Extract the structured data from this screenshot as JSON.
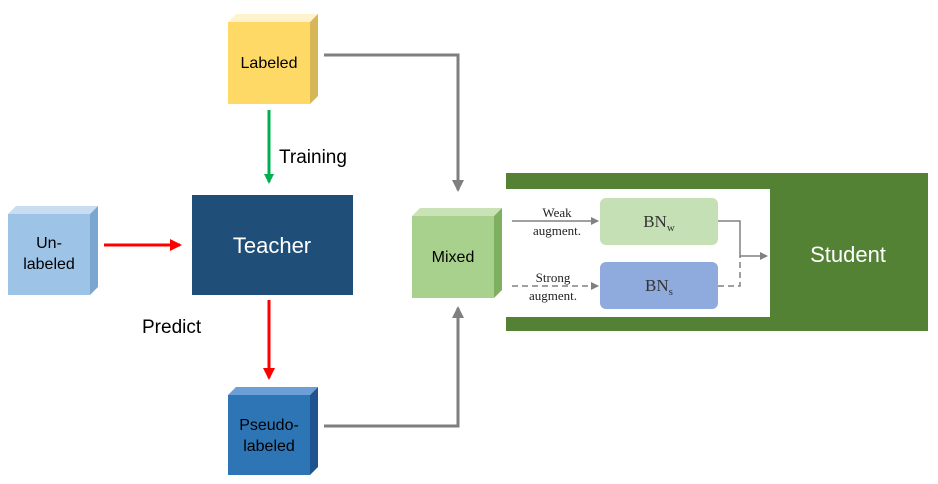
{
  "nodes": {
    "labeled": {
      "label": "Labeled",
      "color": "#ffd966"
    },
    "unlabeled": {
      "line1": "Un-",
      "line2": "labeled",
      "color": "#9dc3e6"
    },
    "teacher": {
      "label": "Teacher",
      "color": "#1f4e79"
    },
    "pseudo": {
      "line1": "Pseudo-",
      "line2": "labeled",
      "color": "#2e75b6"
    },
    "mixed": {
      "label": "Mixed",
      "color": "#a9d18e"
    },
    "student": {
      "label": "Student",
      "color": "#548235"
    },
    "bn_w": {
      "base": "BN",
      "sub": "w",
      "color": "#c5e0b4"
    },
    "bn_s": {
      "base": "BN",
      "sub": "s",
      "color": "#8faadc"
    }
  },
  "edges": {
    "training": "Training",
    "predict": "Predict",
    "weak_line1": "Weak",
    "weak_line2": "augment.",
    "strong_line1": "Strong",
    "strong_line2": "augment."
  },
  "colors": {
    "green_arrow": "#00b050",
    "red_arrow": "#ff0000",
    "gray_arrow": "#7f7f7f"
  }
}
